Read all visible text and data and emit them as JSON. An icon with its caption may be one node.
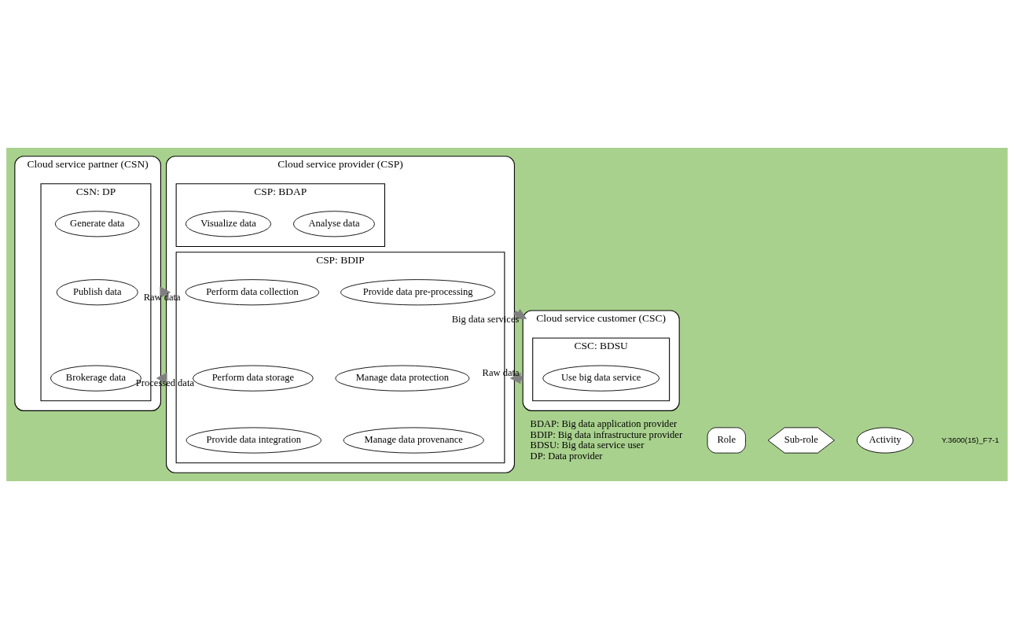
{
  "diagram": {
    "nodes": [
      {
        "text": [
          "Cloud service partner (CSN)"
        ]
      },
      {
        "text": [
          "CSN: DP"
        ],
        "in": 0
      },
      {
        "text": [
          "Generate data"
        ],
        "in": 1
      },
      {
        "text": [
          "Publish data"
        ],
        "in": 1
      },
      {
        "text": [
          "Brokerage data"
        ],
        "in": 1
      },
      {
        "text": [
          "Cloud service provider (CSP)"
        ]
      },
      {
        "text": [
          "CSP: BDAP"
        ],
        "in": 5
      },
      {
        "text": [
          "Visualize data"
        ],
        "in": 6
      },
      {
        "text": [
          "Analyse data"
        ],
        "in": 6
      },
      {
        "text": [
          "CSP: BDIP"
        ],
        "in": 5
      },
      {
        "text": [
          "Perform data collection"
        ],
        "in": 9
      },
      {
        "text": [
          "Provide data pre-processing"
        ],
        "in": 9
      },
      {
        "text": [
          "Perform data storage"
        ],
        "in": 9
      },
      {
        "text": [
          "Manage data protection"
        ],
        "in": 9
      },
      {
        "text": [
          "Provide data integration"
        ],
        "in": 9
      },
      {
        "text": [
          "Manage data provenance"
        ],
        "in": 9
      },
      {
        "text": [
          "Cloud service customer (CSC)"
        ]
      },
      {
        "text": [
          "CSC: BDSU"
        ],
        "in": 16
      },
      {
        "text": [
          "Use big data service"
        ],
        "in": 17
      }
    ],
    "edges": [
      {
        "from": 0,
        "to": 5,
        "arrow": "to",
        "label": "Raw data"
      },
      {
        "from": 5,
        "to": 0,
        "arrow": "to",
        "label": "Processed data"
      },
      {
        "from": 5,
        "to": 16,
        "arrow": "to",
        "label": "Big data services"
      },
      {
        "from": 16,
        "to": 5,
        "arrow": "to",
        "label": "Raw data"
      }
    ],
    "labels": [
      "BDAP: Big data application provider",
      "BDIP: Big data infrastructure provider",
      "BDSU: Big data service user",
      "DP: Data provider",
      "Y.3600(15)_F7-1"
    ],
    "legend": [
      {
        "text": "Role"
      },
      {
        "text": "Sub-role"
      },
      {
        "text": "Activity"
      }
    ]
  }
}
